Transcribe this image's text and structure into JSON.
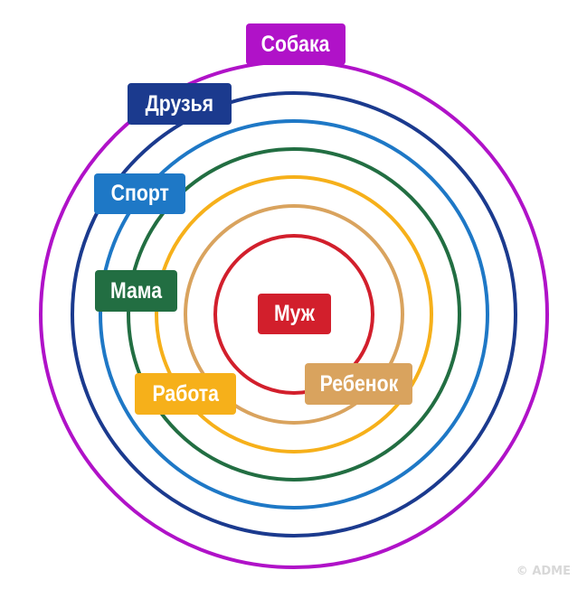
{
  "rings": [
    {
      "id": "sobaka",
      "label": "Собака",
      "color": "#b012c8",
      "order": 7
    },
    {
      "id": "druzya",
      "label": "Друзья",
      "color": "#1b3a8e",
      "order": 6
    },
    {
      "id": "sport",
      "label": "Спорт",
      "color": "#1e78c6",
      "order": 5
    },
    {
      "id": "mama",
      "label": "Мама",
      "color": "#226e42",
      "order": 4
    },
    {
      "id": "rabota",
      "label": "Работа",
      "color": "#f6b01a",
      "order": 3
    },
    {
      "id": "rebenok",
      "label": "Ребенок",
      "color": "#d9a35e",
      "order": 2
    },
    {
      "id": "muzh",
      "label": "Муж",
      "color": "#d21f2c",
      "order": 1
    }
  ],
  "watermark": "© ADME"
}
